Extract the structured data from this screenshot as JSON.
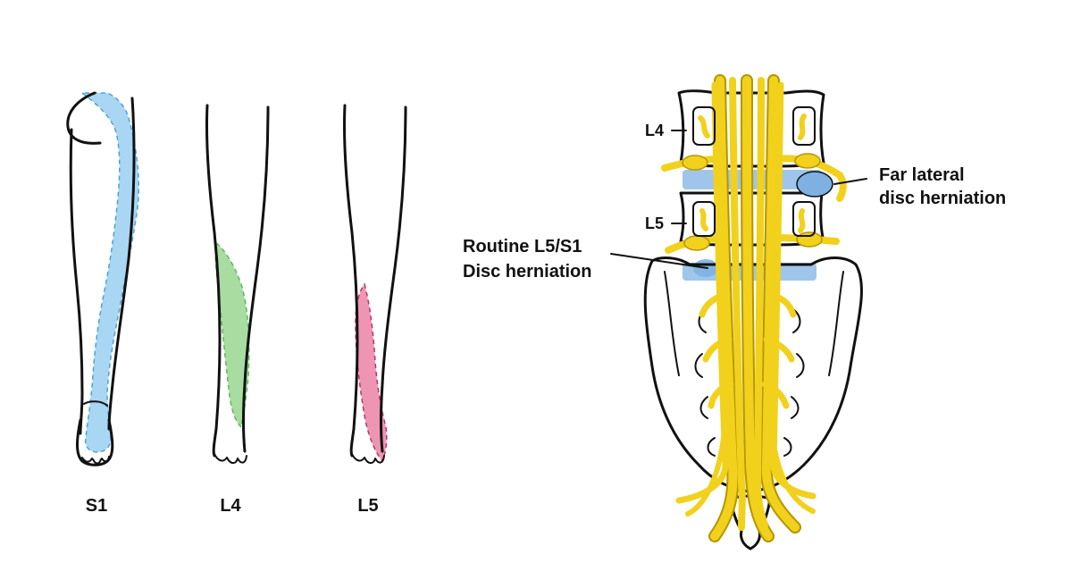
{
  "legs": [
    {
      "label": "S1",
      "color": "#a9d6f2"
    },
    {
      "label": "L4",
      "color": "#a8dca0"
    },
    {
      "label": "L5",
      "color": "#ee95b3"
    }
  ],
  "spine": {
    "level_labels": [
      "L4",
      "L5"
    ],
    "callouts": {
      "far_lateral_line1": "Far lateral",
      "far_lateral_line2": "disc herniation",
      "routine_line1": "Routine L5/S1",
      "routine_line2": "Disc herniation"
    },
    "colors": {
      "nerve": "#f1d11b",
      "nerve_edge": "#b59600",
      "disc": "#8fbbe6",
      "herniation": "#7eb0e2",
      "outline": "#111111"
    }
  }
}
